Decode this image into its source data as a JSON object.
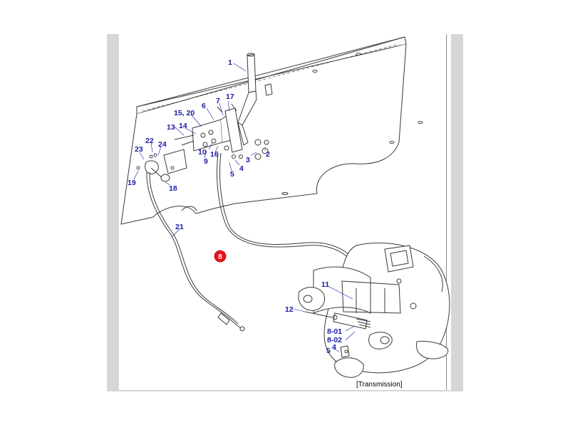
{
  "diagram": {
    "caption": "[Transmission]",
    "highlight_color": "#e8131a",
    "label_color": "#1a1aa8",
    "callouts": {
      "c1": "1",
      "c2": "2",
      "c3": "3",
      "c4": "4",
      "c4b": "4",
      "c5": "5",
      "c5b": "5",
      "c6": "6",
      "c7": "7",
      "c8": "8",
      "c8_01": "8-01",
      "c8_02": "8-02",
      "c9": "9",
      "c10": "10",
      "c11": "11",
      "c12": "12",
      "c13": "13",
      "c14": "14",
      "c15_20": "15, 20",
      "c16": "16",
      "c17": "17",
      "c18": "18",
      "c19": "19",
      "c21": "21",
      "c22": "22",
      "c23": "23",
      "c24": "24"
    }
  }
}
